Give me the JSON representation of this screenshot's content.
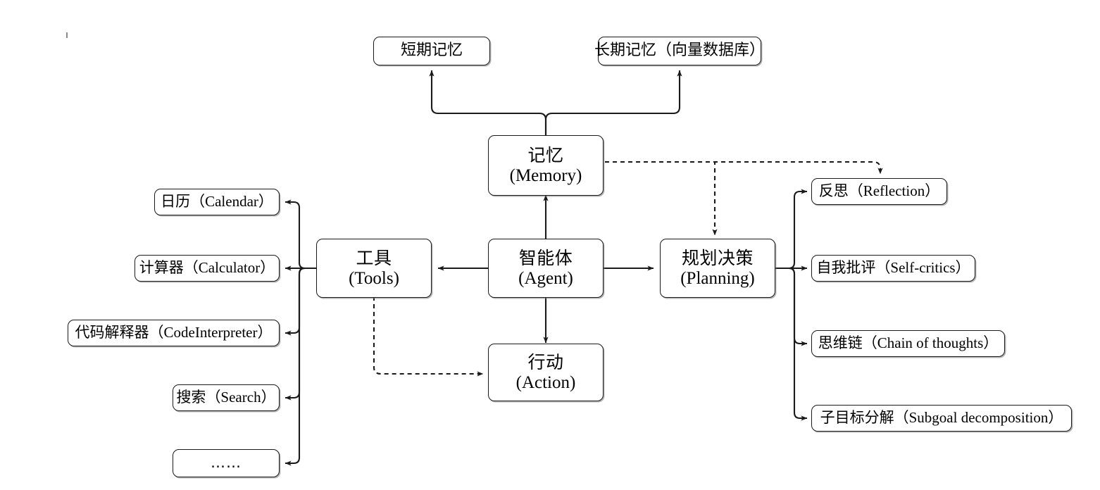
{
  "diagram": {
    "title": "Agent architecture diagram",
    "stroke_color": "#1a1a1a",
    "background_color": "#ffffff",
    "nodes": {
      "short_term_memory": {
        "cn": "短期记忆",
        "en": ""
      },
      "long_term_memory": {
        "cn": "长期记忆（向量数据库）",
        "en": ""
      },
      "memory": {
        "cn": "记忆",
        "en": "(Memory)"
      },
      "agent": {
        "cn": "智能体",
        "en": "(Agent)"
      },
      "tools": {
        "cn": "工具",
        "en": "(Tools)"
      },
      "planning": {
        "cn": "规划决策",
        "en": "(Planning)"
      },
      "action": {
        "cn": "行动",
        "en": "(Action)"
      },
      "calendar": {
        "cn": "日历",
        "en": "（Calendar）"
      },
      "calculator": {
        "cn": "计算器",
        "en": "（Calculator）"
      },
      "code_interpreter": {
        "cn": "代码解释器",
        "en": "（CodeInterpreter）"
      },
      "search": {
        "cn": "搜索",
        "en": "（Search）"
      },
      "more_tools": {
        "cn": "……",
        "en": ""
      },
      "reflection": {
        "cn": "反思",
        "en": "（Reflection）"
      },
      "self_critics": {
        "cn": "自我批评",
        "en": "（Self-critics）"
      },
      "chain_of_thoughts": {
        "cn": "思维链",
        "en": "（Chain of thoughts）"
      },
      "subgoal_decomposition": {
        "cn": "子目标分解",
        "en": "（Subgoal decomposition）"
      }
    },
    "edges": [
      {
        "from": "memory",
        "to": "short_term_memory",
        "style": "solid",
        "arrow": "end"
      },
      {
        "from": "memory",
        "to": "long_term_memory",
        "style": "solid",
        "arrow": "end"
      },
      {
        "from": "agent",
        "to": "memory",
        "style": "solid",
        "arrow": "end"
      },
      {
        "from": "agent",
        "to": "tools",
        "style": "solid",
        "arrow": "end"
      },
      {
        "from": "agent",
        "to": "planning",
        "style": "solid",
        "arrow": "end"
      },
      {
        "from": "agent",
        "to": "action",
        "style": "solid",
        "arrow": "end"
      },
      {
        "from": "memory",
        "to": "planning",
        "style": "dashed",
        "arrow": "end"
      },
      {
        "from": "memory",
        "to": "reflection",
        "style": "dashed",
        "arrow": "end"
      },
      {
        "from": "tools",
        "to": "action",
        "style": "dashed",
        "arrow": "end"
      },
      {
        "from": "tools",
        "to": "calendar",
        "style": "solid",
        "arrow": "end"
      },
      {
        "from": "tools",
        "to": "calculator",
        "style": "solid",
        "arrow": "end"
      },
      {
        "from": "tools",
        "to": "code_interpreter",
        "style": "solid",
        "arrow": "end"
      },
      {
        "from": "tools",
        "to": "search",
        "style": "solid",
        "arrow": "end"
      },
      {
        "from": "tools",
        "to": "more_tools",
        "style": "solid",
        "arrow": "end"
      },
      {
        "from": "planning",
        "to": "reflection",
        "style": "solid",
        "arrow": "end"
      },
      {
        "from": "planning",
        "to": "self_critics",
        "style": "solid",
        "arrow": "end"
      },
      {
        "from": "planning",
        "to": "chain_of_thoughts",
        "style": "solid",
        "arrow": "end"
      },
      {
        "from": "planning",
        "to": "subgoal_decomposition",
        "style": "solid",
        "arrow": "end"
      }
    ]
  }
}
